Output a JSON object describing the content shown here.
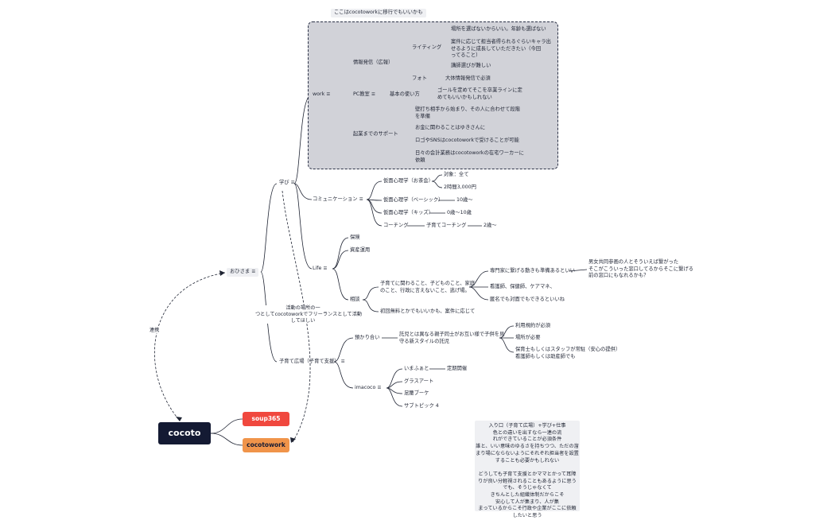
{
  "root": "cocoto",
  "floating": {
    "soup": "soup365",
    "cocotowork": "cocotowork"
  },
  "main_topic": "おひさま",
  "relationships": {
    "renkei": "連携",
    "activity": "活動の場所の一\nつとしてcocotoworkでフリーランスとして活動\nしてほしい"
  },
  "group_label": "ここはcocotoworkに移行でもいいかも",
  "manabi": "学び",
  "work": {
    "label": "work",
    "info": "情報発信（広報）",
    "writing": "ライティング",
    "writing_items": [
      "場所を選ばないからいい。年齢も選ばない",
      "案件に応じて担当者得られるぐらいキャラ出\nせるように成長していただきたい（今回\nってること）",
      "講師選びが難しい"
    ],
    "photo": "フォト",
    "photo_item": "大体情報発信で必須",
    "pc": "PC教室",
    "pc_use": "基本の使い方",
    "pc_item": "ゴールを定めてそこを卒業ラインに定\nめてもいいかもしれない",
    "startup": "起業までのサポート",
    "startup_items": [
      "壁打ち相手から始まり、その人に合わせて段階\nを準備",
      "お金に関わることはゆきさんに",
      "ロゴやSNSはcocotoworkで受けることが可能",
      "日々の会計業務はcocotoworkの在宅ワーカーに\n依頼"
    ]
  },
  "comm": {
    "label": "コミュニケーション",
    "p1": "仮面心理学（お茶会）",
    "p1_items": [
      "対象：全て",
      "2時間3,000円"
    ],
    "p2": "仮面心理学（ベーシック）",
    "p2_item": "10歳〜",
    "p3": "仮面心理学（キッズ）",
    "p3_item": "0歳〜10歳",
    "coaching": "コーチング",
    "coaching_item": "子育てコーチング",
    "coaching_item2": "2歳〜"
  },
  "life": {
    "label": "Life",
    "hoken": "保険",
    "shisan": "資産運用",
    "soudan": "相談",
    "soudan_desc": "子育てに関わること、子どものこと、家庭\nのこと、行政に言えないこと、逃げ場。",
    "senmon": "専門家に繋げる動きも準備あるといい",
    "senmon_item": "男女共同参画の人とそういえば繋がった\nそこがこういった窓口してるからそこに繋げる\n前の窓口にもなれるかも？",
    "kango": "看護師、保健師、ケアマネ、",
    "tokumei": "匿名でも対面でもできるといいね",
    "shokai": "初回無料とかでもいいかも、案件に応じて"
  },
  "hiroba": {
    "label": "子育て広場（子育て支援）",
    "azukari": "預かり合い",
    "azukari_desc": "託児とは異なる親子同士がお互い様で子供を見\n守る新スタイルの託児",
    "azukari_items": [
      "利用規約が必須",
      "場所が必要",
      "保育士もしくはスタッフが常駐（安心の提供）\n看護師もしくは助産師でも"
    ],
    "imacoco": "imacoco",
    "imacoco_items": [
      "いまふぁと",
      "グラスアート",
      "足腰ブーケ",
      "サブトピック 4"
    ],
    "teiki": "定期開催"
  },
  "note": "入り口（子育て広場）+学び+仕事\n色との違いを出すなら一連の流\nれができていることが必須条件\n誰と、いい意味のゆるさを持ちつつ、ただの溜\nまり場にならないようにそれぞれ担当者を設置\nすることも必要かもしれない\n\nどうしても子育て支援とかママとかって耳障\nりが良い分軽視されることもあるように思う\nでも、そうじゃなくて\nきちんとした組織体制だからこそ\n安心して人が集まり、人が集\nまっているからこそ行政や企業がここに依頼\nしたいと思う"
}
